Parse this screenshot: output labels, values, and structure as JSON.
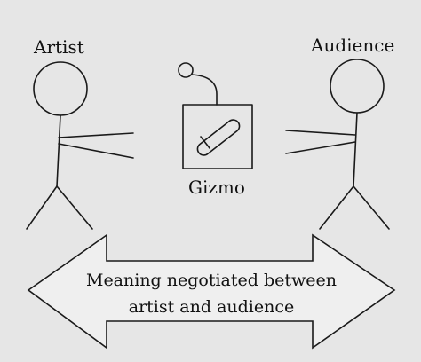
{
  "labels": {
    "artist": "Artist",
    "audience": "Audience",
    "gizmo": "Gizmo",
    "meaning_line1": "Meaning negotiated between",
    "meaning_line2": "artist and audience"
  }
}
